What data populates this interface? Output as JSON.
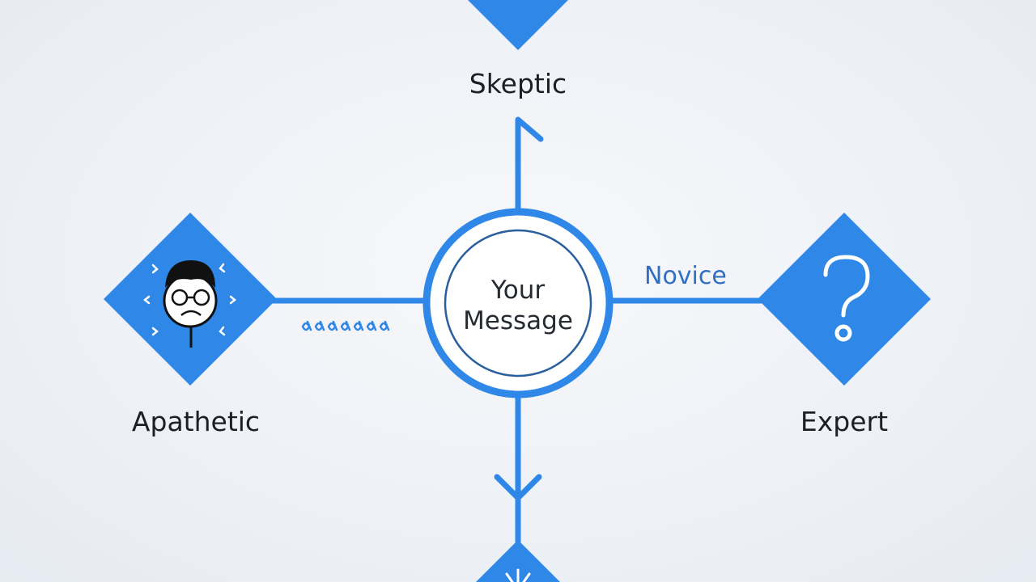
{
  "diagram": {
    "center": {
      "line1": "Your",
      "line2": "Message"
    },
    "nodes": {
      "skeptic": {
        "label": "Skeptic"
      },
      "apathetic": {
        "label": "Apathetic"
      },
      "expert": {
        "label": "Expert"
      }
    },
    "edge_labels": {
      "novice": "Novice"
    }
  },
  "colors": {
    "accent": "#2f87e8",
    "text": "#1d1f24",
    "background": "#eef1f6"
  },
  "icons": {
    "apathetic": "bored-face-icon",
    "expert": "question-mark-icon",
    "bottom": "burst-icon",
    "connector": "squiggle-marks-icon"
  }
}
